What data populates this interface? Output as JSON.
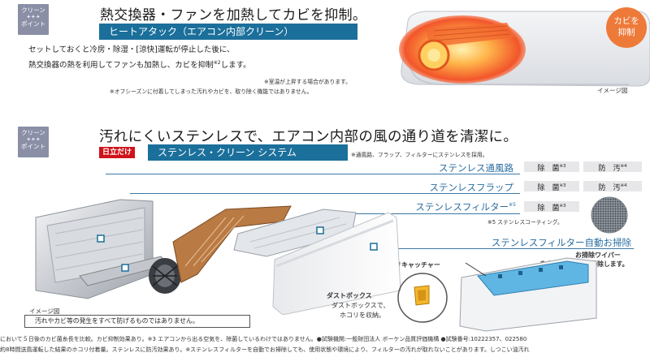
{
  "section1": {
    "badge_line1": "クリーン",
    "badge_stars": "✦✦✦",
    "badge_line2": "ポイント",
    "headline": "熱交換器・ファンを加熱してカビを抑制。",
    "bar_label": "ヒートアタック（エアコン内部クリーン）",
    "body_line1": "セットしておくと冷房・除湿・[涼快]運転が停止した後に、",
    "body_line2_pre": "熱交換器の熱を利用してファンも加熱し、カビを抑制",
    "body_line2_sup": "※2",
    "body_line2_post": "します。",
    "note1": "※室温が上昇する場合があります。",
    "note2": "※オフシーズンに付着してしまった汚れやカビを、取り除く機能ではありません。",
    "image_caption": "イメージ図",
    "round_badge_line1": "カビを",
    "round_badge_line2": "抑制",
    "colors": {
      "accent": "#1b6f9b",
      "orange": "#ee7a3a",
      "badge": "#8a8fa6"
    }
  },
  "section2": {
    "badge_line1": "クリーン",
    "badge_stars": "✦✦✦",
    "badge_line2": "ポイント",
    "headline": "汚れにくいステンレスで、エアコン内部の風の通り道を清潔に。",
    "hitachi_tag": "日立だけ",
    "bar_label": "ステンレス・クリーン システム",
    "bar_note": "※通風路、フラップ、フィルターにステンレスを採用。",
    "features": [
      {
        "label": "ステンレス通風路",
        "sup": "",
        "chips": [
          {
            "text": "除　菌",
            "sup": "※3"
          },
          {
            "text": "防　汚",
            "sup": "※4"
          }
        ]
      },
      {
        "label": "ステンレスフラップ",
        "sup": "",
        "chips": [
          {
            "text": "除　菌",
            "sup": "※3"
          },
          {
            "text": "防　汚",
            "sup": "※4"
          }
        ]
      },
      {
        "label": "ステンレスフィルター",
        "sup": "※5",
        "chips": [
          {
            "text": "除　菌",
            "sup": "※3"
          }
        ]
      }
    ],
    "coating_note": "※5 ステンレスコーティング。",
    "auto_clean_label": "ステンレスフィルター自動お掃除",
    "catcher_label": "ホコリキャッチャー",
    "wiper_label": "お掃除ワイパー",
    "wiper_desc": "左右に移動し、お掃除します。",
    "dustbox_title": "ダストボックス",
    "dustbox_line1": "ダストボックスで、",
    "dustbox_line2": "ホコリを収納。",
    "image_caption": "イメージ図",
    "disclaimer": "汚れやカビ等の発生をすべて防げるものではありません。",
    "colors": {
      "hitachi_red": "#d0121b",
      "label_blue": "#2a6ea0"
    }
  },
  "footer": {
    "line1": "において５日後のカビ菌糸長を比較。カビ抑制効果あり。※3 エアコンから出る空気を、除菌しているわけではありません。●試験機関:一般財団法人 ボーケン品質評価機構 ●試験番号:10222357、022580",
    "line2": "約8時間送風運転した結果のホコリ付着量。ステンレスに防汚効果あり。※ステンレスフィルターを自動でお掃除しても、使用状態や環境により、フィルターの汚れが取れないことがあります。しつこい油汚れ"
  }
}
